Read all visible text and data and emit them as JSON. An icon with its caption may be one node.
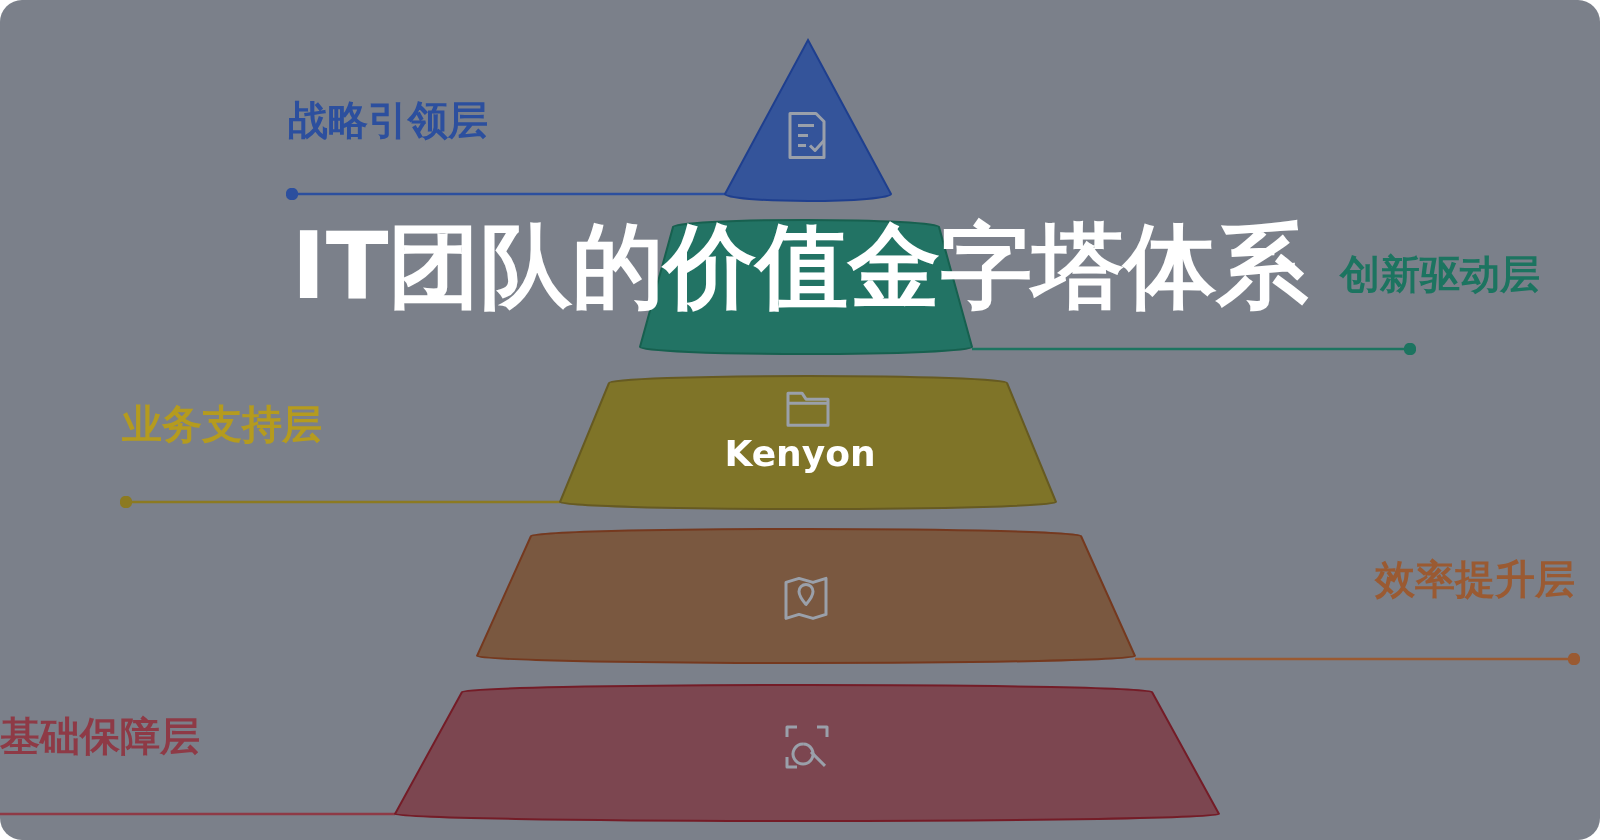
{
  "diagram": {
    "title": "IT团队的价值金字塔体系",
    "nodes": [
      {
        "text": [],
        "shape": "triangle"
      },
      {
        "text": [],
        "shape": "trapezoid"
      },
      {
        "text": [],
        "shape": "trapezoid"
      },
      {
        "text": [],
        "shape": "trapezoid"
      },
      {
        "text": [],
        "shape": "trapezoid"
      },
      {
        "text": [
          "战略引领层"
        ]
      },
      {
        "text": [
          "创新驱动层"
        ]
      },
      {
        "text": [
          "业务支持层"
        ]
      },
      {
        "text": [
          "效率提升层"
        ]
      },
      {
        "text": [
          "基础保障层"
        ]
      }
    ],
    "edges": [
      {
        "from": 5,
        "to": 0,
        "arrow": "other",
        "color": "#2c4f9e"
      },
      {
        "from": 6,
        "to": 1,
        "arrow": "other",
        "color": "#1c7460"
      },
      {
        "from": 7,
        "to": 2,
        "arrow": "other",
        "color": "#8c7a22"
      },
      {
        "from": 8,
        "to": 3,
        "arrow": "other",
        "color": "#9a5a32"
      },
      {
        "from": 9,
        "to": 4,
        "arrow": "none",
        "color": "#8e3a46"
      }
    ],
    "labels": [
      "Kenyon"
    ]
  }
}
